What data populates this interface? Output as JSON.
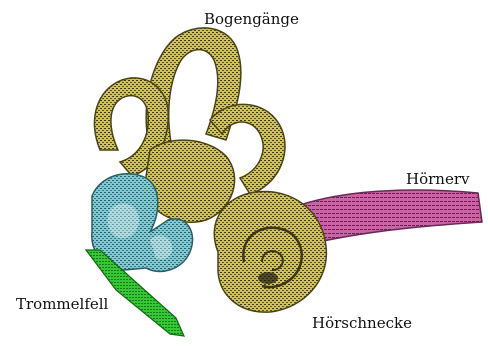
{
  "labels": {
    "bogengaenge": "Bogengänge",
    "hoernerv": "Hörnerv",
    "trommelfell": "Trommelfell",
    "hoerschnecke": "Hörschnecke"
  },
  "colors": {
    "semicircular_canals": "#c8c040",
    "semicircular_canals_dark": "#4a4412",
    "ossicles": "#79c2cc",
    "ossicles_dark": "#2a5f66",
    "nerve": "#c15fa0",
    "nerve_dark": "#5a2448",
    "eardrum": "#2fbf2f",
    "eardrum_dark": "#0f6a0f"
  }
}
